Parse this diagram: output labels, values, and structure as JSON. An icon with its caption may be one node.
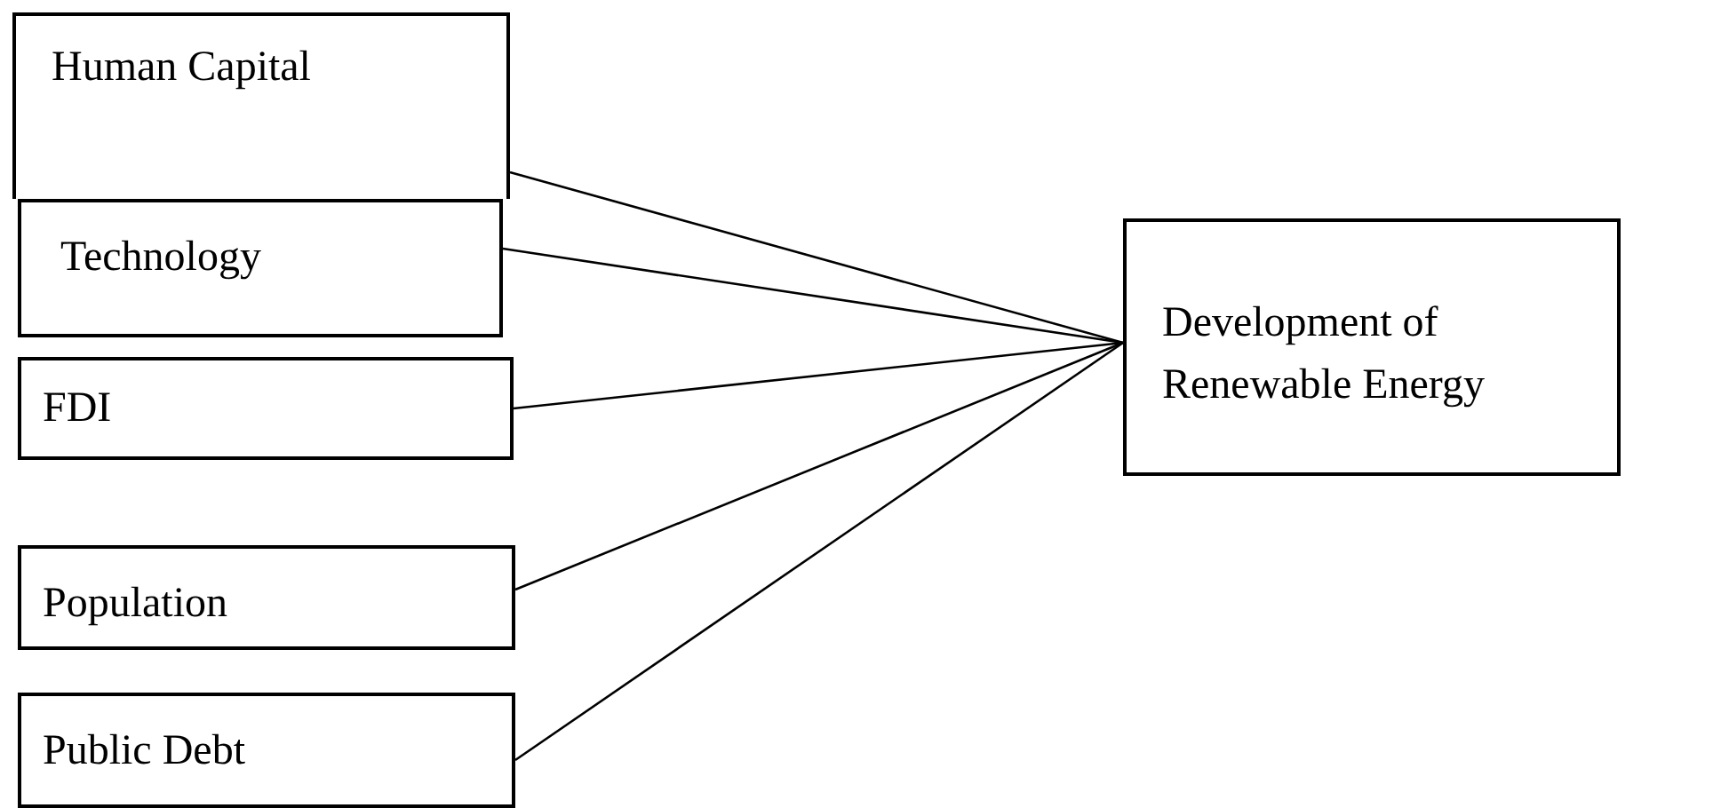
{
  "diagram": {
    "nodes": [
      {
        "text": [
          "Human Capital"
        ]
      },
      {
        "text": [
          "Technology"
        ]
      },
      {
        "text": [
          "FDI"
        ]
      },
      {
        "text": [
          "Population"
        ]
      },
      {
        "text": [
          "Public Debt"
        ]
      },
      {
        "text": [
          "Development of Renewable Energy"
        ]
      }
    ],
    "edges": [
      {
        "from": 0,
        "to": 5,
        "arrow": "none"
      },
      {
        "from": 1,
        "to": 5,
        "arrow": "none"
      },
      {
        "from": 2,
        "to": 5,
        "arrow": "none"
      },
      {
        "from": 3,
        "to": 5,
        "arrow": "none"
      },
      {
        "from": 4,
        "to": 5,
        "arrow": "none"
      }
    ]
  }
}
